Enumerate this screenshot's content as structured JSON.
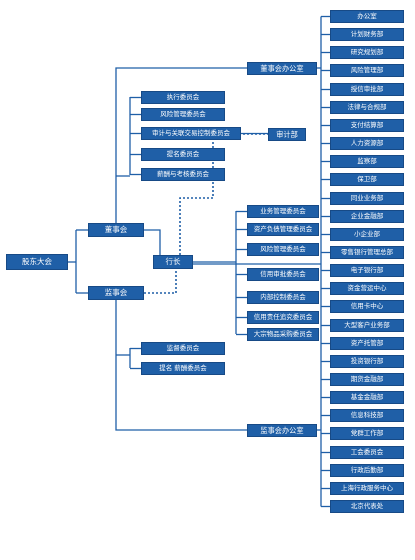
{
  "colors": {
    "box": "#1f5fa7",
    "line": "#1f5fa7"
  },
  "root": "股东大会",
  "board": "董事会",
  "supervisory_board": "监事会",
  "president": "行长",
  "board_office": "董事会办公室",
  "supervisory_office": "监事会办公室",
  "audit_dept": "审计部",
  "board_committees": [
    "执行委员会",
    "风险管理委员会",
    "审计与关联交易控制委员会",
    "提名委员会",
    "薪酬与考核委员会"
  ],
  "supervisory_committees": [
    "监督委员会",
    "提名 薪酬委员会"
  ],
  "management_committees": [
    "业务管理委员会",
    "资产负债管理委员会",
    "风险管理委员会",
    "信用审批委员会",
    "内部控制委员会",
    "信用责任追究委员会",
    "大宗物品采购委员会"
  ],
  "departments": [
    "办公室",
    "计划财务部",
    "研究规划部",
    "风险管理部",
    "授信审批部",
    "法律与合规部",
    "支付结算部",
    "人力资源部",
    "监察部",
    "保卫部",
    "同业业务部",
    "企业金融部",
    "小企业部",
    "零售银行管理总部",
    "电子银行部",
    "资金营运中心",
    "信用卡中心",
    "大型客户业务部",
    "资产托管部",
    "投资银行部",
    "期货金融部",
    "基金金融部",
    "信息科技部",
    "党群工作部",
    "工会委员会",
    "行政后勤部",
    "上海行政服务中心",
    "北京代表处"
  ]
}
